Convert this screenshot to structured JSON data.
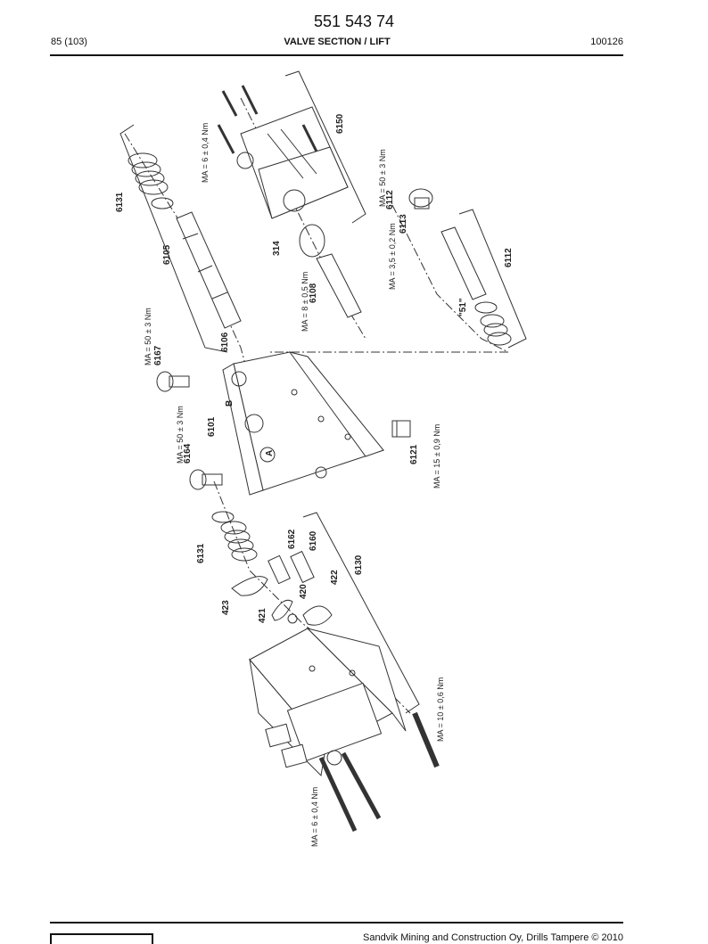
{
  "header": {
    "doc_number": "551 543 74",
    "page_ref": "85 (103)",
    "section_title": "VALVE SECTION / LIFT",
    "doc_code": "100126"
  },
  "footer": {
    "copyright": "Sandvik Mining and Construction Oy, Drills Tampere © 2010",
    "logo_name": "sandvik-logo"
  },
  "drawing": {
    "part_labels": {
      "p6150": "6150",
      "p6131_top": "6131",
      "p6105": "6105",
      "p314": "314",
      "p6108": "6108",
      "p6113": "6113",
      "p6112_top": "6112",
      "p6112": "6112",
      "p51": "\"51\"",
      "p6106": "6106",
      "p6167": "6167",
      "p6101": "6101",
      "p6164": "6164",
      "p6121": "6121",
      "pB": "B",
      "pA": "A",
      "p6131_bot": "6131",
      "p6162": "6162",
      "p6160": "6160",
      "p6130": "6130",
      "p423": "423",
      "p421": "421",
      "p420": "420",
      "p422": "422"
    },
    "torques": {
      "t6150": "MA = 6 ± 0,4 Nm",
      "t6112": "MA = 50 ± 3 Nm",
      "t6113": "MA = 3,5 ± 0,2 Nm",
      "t6108": "MA = 8 ± 0,5 Nm",
      "t6167": "MA = 50 ± 3 Nm",
      "t6164": "MA = 50 ± 3 Nm",
      "t6121": "MA = 15 ± 0,9 Nm",
      "t_bolt": "MA = 10 ± 0,6 Nm",
      "t_screws": "MA = 6 ± 0,4 Nm"
    }
  }
}
